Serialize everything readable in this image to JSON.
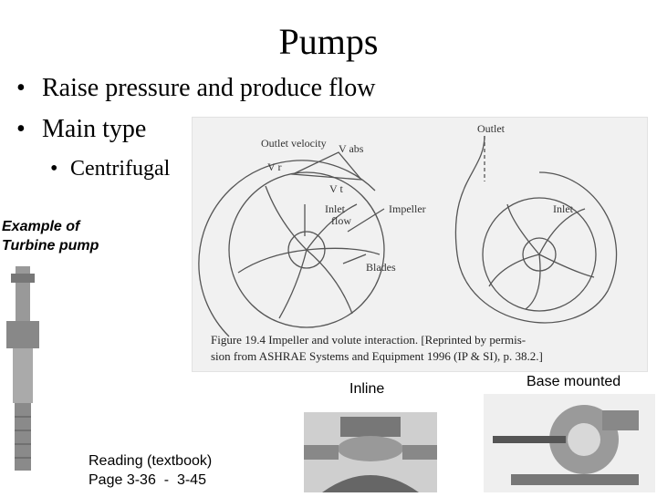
{
  "slide": {
    "title": "Pumps",
    "bullets": [
      "Raise pressure and produce flow",
      "Main type"
    ],
    "bullet_marker": "•",
    "sub_bullet": "Centrifugal",
    "example_line1": "Example of",
    "example_line2": "Turbine pump",
    "inline_label": "Inline",
    "base_label": "Base mounted",
    "reading_line1": "Reading (textbook)",
    "reading_line2": "Page 3-36  -  3-45"
  },
  "figure": {
    "left_labels": {
      "outlet_velocity": "Outlet velocity",
      "v_abs": "V abs",
      "v_r": "V r",
      "v_t": "V t",
      "inlet_flow_1": "Inlet",
      "inlet_flow_2": "flow",
      "impeller": "Impeller",
      "blades": "Blades"
    },
    "right_labels": {
      "outlet": "Outlet",
      "inlet": "Inlet"
    },
    "caption_line1": "Figure 19.4  Impeller and volute interaction. [Reprinted by permis-",
    "caption_line2": "sion from ASHRAE Systems and Equipment 1996 (IP & SI), p. 38.2.]"
  }
}
